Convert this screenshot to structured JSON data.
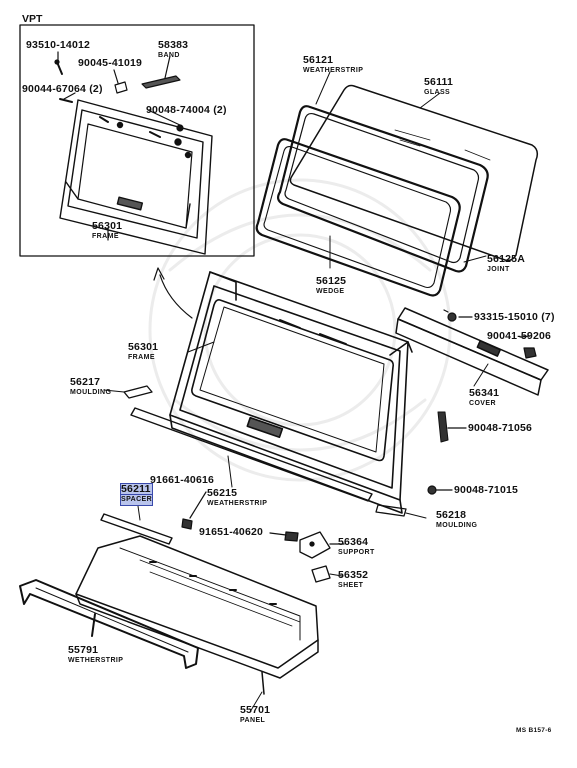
{
  "inset": {
    "title": "VPT"
  },
  "parts": [
    {
      "id": "p93510",
      "number": "93510-14012",
      "name": ""
    },
    {
      "id": "p58383",
      "number": "58383",
      "name": "BAND"
    },
    {
      "id": "p90045",
      "number": "90045-41019",
      "name": ""
    },
    {
      "id": "p90044",
      "number": "90044-67064 (2)",
      "name": ""
    },
    {
      "id": "p90048a",
      "number": "90048-74004 (2)",
      "name": ""
    },
    {
      "id": "p56301a",
      "number": "56301",
      "name": "FRAME"
    },
    {
      "id": "p56121",
      "number": "56121",
      "name": "WEATHERSTRIP"
    },
    {
      "id": "p56111",
      "number": "56111",
      "name": "GLASS"
    },
    {
      "id": "p56125A",
      "number": "56125A",
      "name": "JOINT"
    },
    {
      "id": "p56125",
      "number": "56125",
      "name": "WEDGE"
    },
    {
      "id": "p56301b",
      "number": "56301",
      "name": "FRAME"
    },
    {
      "id": "p93315",
      "number": "93315-15010 (7)",
      "name": ""
    },
    {
      "id": "p90041",
      "number": "90041-59206",
      "name": ""
    },
    {
      "id": "p56217",
      "number": "56217",
      "name": "MOULDING"
    },
    {
      "id": "p56341",
      "number": "56341",
      "name": "COVER"
    },
    {
      "id": "p90048b",
      "number": "90048-71056",
      "name": ""
    },
    {
      "id": "p91661",
      "number": "91661-40616",
      "name": ""
    },
    {
      "id": "p56211",
      "number": "56211",
      "name": "SPACER",
      "highlight": true
    },
    {
      "id": "p56215",
      "number": "56215",
      "name": "WEATHERSTRIP"
    },
    {
      "id": "p90048c",
      "number": "90048-71015",
      "name": ""
    },
    {
      "id": "p56218",
      "number": "56218",
      "name": "MOULDING"
    },
    {
      "id": "p91651",
      "number": "91651-40620",
      "name": ""
    },
    {
      "id": "p56364",
      "number": "56364",
      "name": "SUPPORT"
    },
    {
      "id": "p56352",
      "number": "56352",
      "name": "SHEET"
    },
    {
      "id": "p55791",
      "number": "55791",
      "name": "WETHERSTRIP"
    },
    {
      "id": "p55701",
      "number": "55701",
      "name": "PANEL"
    }
  ],
  "figure_code": "MS B157-6"
}
